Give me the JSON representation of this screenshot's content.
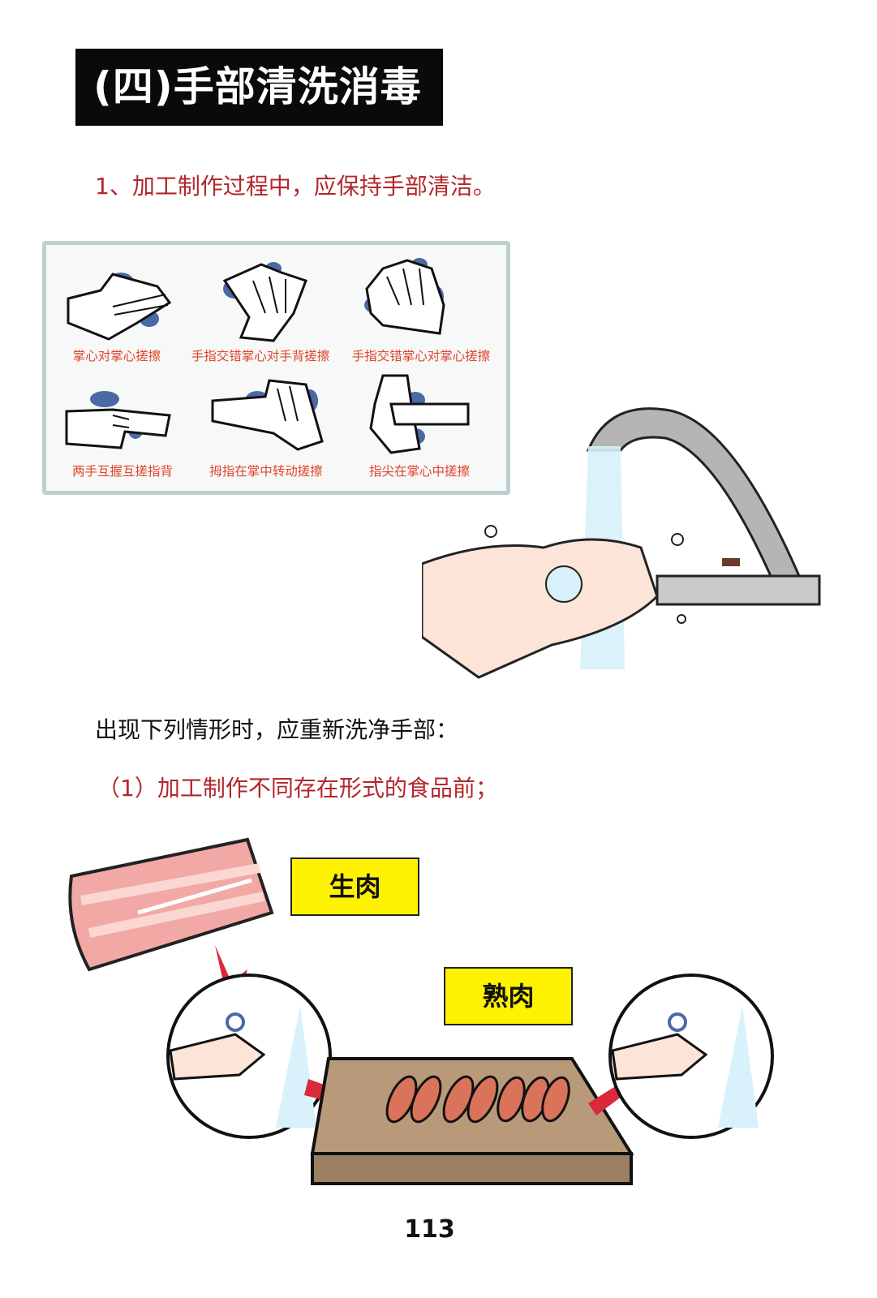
{
  "title": "(四)手部清洗消毒",
  "point1": "1、加工制作过程中，应保持手部清洁。",
  "handwash_steps": [
    {
      "label": "掌心对掌心搓擦",
      "icon": "palm-to-palm-icon"
    },
    {
      "label": "手指交错掌心对手背搓擦",
      "icon": "palm-over-back-icon"
    },
    {
      "label": "手指交错掌心对掌心搓擦",
      "icon": "interlaced-fingers-icon"
    },
    {
      "label": "两手互握互搓指背",
      "icon": "backs-of-fingers-icon"
    },
    {
      "label": "拇指在掌中转动搓擦",
      "icon": "thumb-rotation-icon"
    },
    {
      "label": "指尖在掌心中搓擦",
      "icon": "fingertips-icon"
    }
  ],
  "rewash_intro": "出现下列情形时，应重新洗净手部：",
  "case1": "（1）加工制作不同存在形式的食品前；",
  "illustration": {
    "raw_label": "生肉",
    "cooked_label": "熟肉"
  },
  "page_number": "113",
  "colors": {
    "title_bg": "#0a0a0a",
    "heading_red": "#b3262b",
    "step_label": "#e0452a",
    "label_yellow": "#fff200",
    "box_border": "#bcd0cf"
  }
}
